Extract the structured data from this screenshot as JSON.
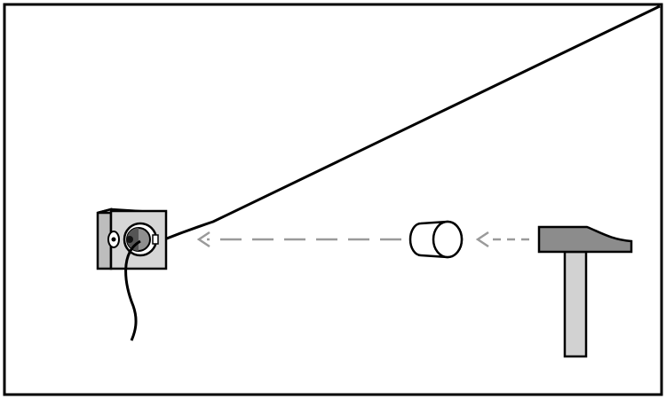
{
  "diagram": {
    "frame": {
      "stroke": "#000000",
      "fill": "#ffffff"
    },
    "elements": [
      {
        "name": "support-block",
        "icon": "clamp-block-icon",
        "fill": "#d0d0d0"
      },
      {
        "name": "wire",
        "icon": "string-line",
        "color": "#000000"
      },
      {
        "name": "cap",
        "icon": "cup-icon",
        "fill": "#ffffff"
      },
      {
        "name": "hammer",
        "icon": "hammer-icon",
        "head_fill": "#8c8c8c",
        "handle_fill": "#d0d0d0"
      }
    ],
    "arrows": {
      "color": "#9a9a9a",
      "style": "dashed"
    }
  }
}
